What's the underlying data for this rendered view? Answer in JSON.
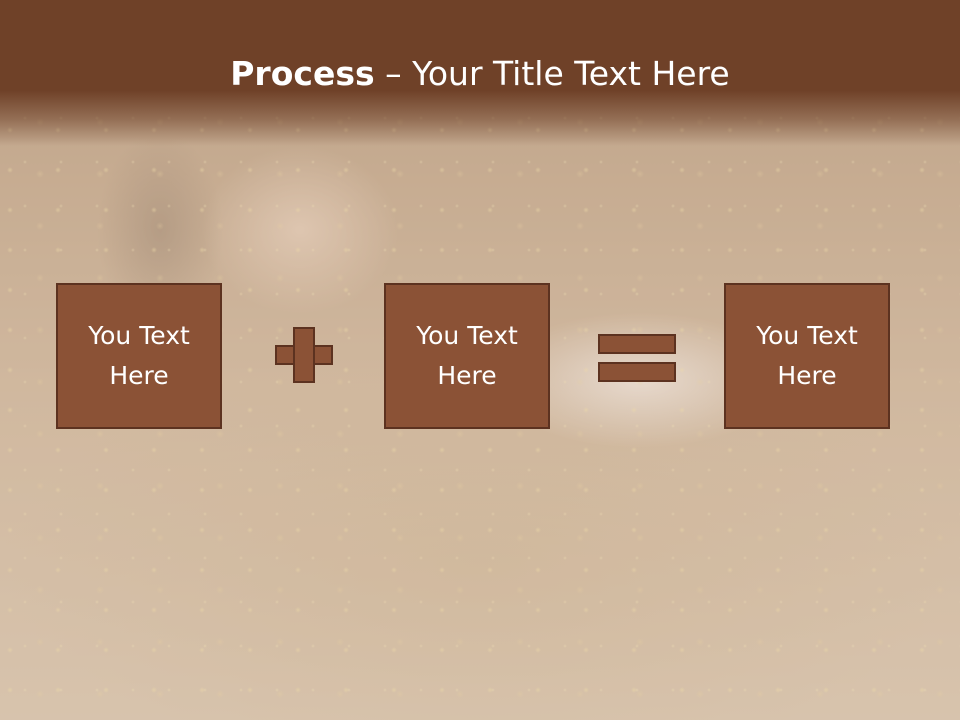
{
  "slide": {
    "title_bold": "Process",
    "title_rest": " – Your Title Text Here"
  },
  "process": {
    "steps": [
      {
        "text": "You Text Here"
      },
      {
        "text": "You Text Here"
      },
      {
        "text": "You Text Here"
      }
    ],
    "operators": [
      "plus-icon",
      "equals-icon"
    ]
  },
  "colors": {
    "title_bar": "#6f4128",
    "box_fill": "#8b5236",
    "box_border": "#5c3220",
    "text": "#ffffff"
  }
}
